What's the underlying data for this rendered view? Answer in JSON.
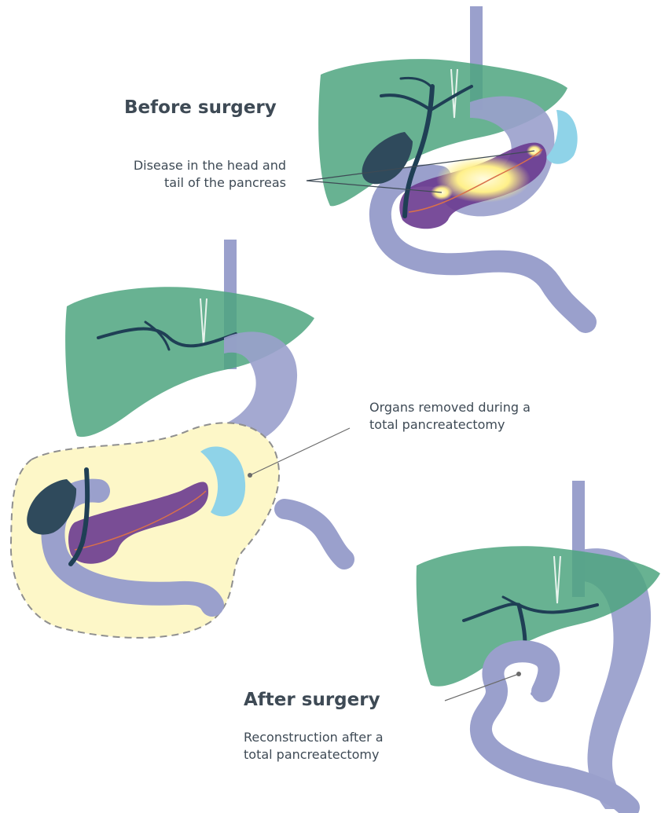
{
  "headings": {
    "before": "Before surgery",
    "after": "After surgery"
  },
  "labels": {
    "disease": [
      "Disease in the head and",
      "tail of the pancreas"
    ],
    "removed": [
      "Organs removed during a",
      "total pancreatectomy"
    ],
    "reconstruction": [
      "Reconstruction after a",
      "total pancreatectomy"
    ]
  },
  "colors": {
    "liver": "#4ea57f",
    "duct": "#1f3f55",
    "stomach_intestine": "#9aa0cc",
    "pancreas": "#6a3a8f",
    "spleen": "#8fd3e8",
    "disease_glow": "#fff39a",
    "removal_zone": "#fdf7c8",
    "gallbladder": "#2f4a5c"
  }
}
